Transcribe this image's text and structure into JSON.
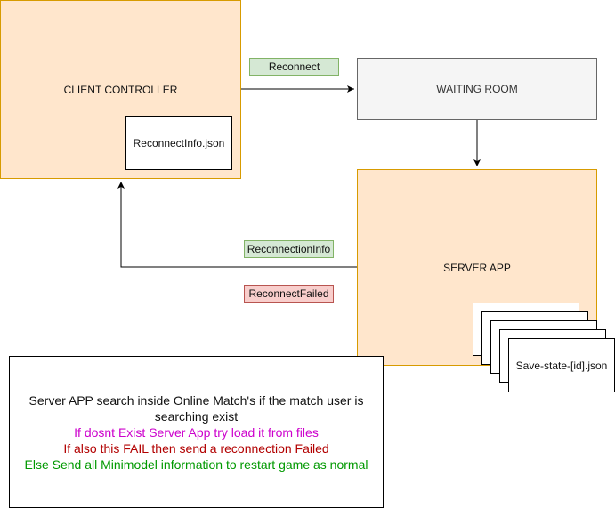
{
  "nodes": {
    "client_controller": "CLIENT CONTROLLER",
    "reconnect_info_file": "ReconnectInfo.json",
    "waiting_room": "WAITING ROOM",
    "server_app": "SERVER APP",
    "save_state_file": "Save-state-[id].json"
  },
  "edge_labels": {
    "reconnect": "Reconnect",
    "reconnection_info": "ReconnectionInfo",
    "reconnect_failed": "ReconnectFailed"
  },
  "note": {
    "line1": "Server APP search inside Online Match's if the match user is",
    "line2": "searching exist",
    "line3": "If dosnt Exist Server App try load it from files",
    "line4": "If also this FAIL then send a reconnection Failed",
    "line5": "Else Send all Minimodel information to restart game as normal"
  },
  "colors": {
    "orange_fill": "#ffe6cc",
    "orange_stroke": "#d79b00",
    "green_fill": "#d5e8d4",
    "red_fill": "#f8cecc",
    "note_magenta": "#cc00cc",
    "note_red": "#b20000",
    "note_green": "#009900"
  }
}
